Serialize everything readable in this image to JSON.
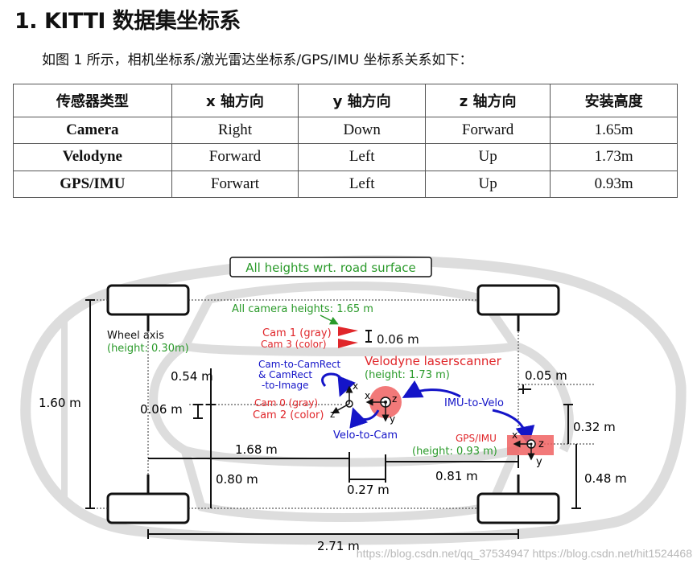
{
  "heading": "1. KITTI 数据集坐标系",
  "intro": "如图 1 所示，相机坐标系/激光雷达坐标系/GPS/IMU 坐标系关系如下：",
  "table": {
    "headers": [
      "传感器类型",
      "x 轴方向",
      "y 轴方向",
      "z 轴方向",
      "安装高度"
    ],
    "rows": [
      [
        "Camera",
        "Right",
        "Down",
        "Forward",
        "1.65m"
      ],
      [
        "Velodyne",
        "Forward",
        "Left",
        "Up",
        "1.73m"
      ],
      [
        "GPS/IMU",
        "Forwart",
        "Left",
        "Up",
        "0.93m"
      ]
    ]
  },
  "figure": {
    "banner": "All heights wrt. road surface",
    "camera_heights": "All camera heights: 1.65 m",
    "wheel_axis": "Wheel axis",
    "wheel_axis_height": "(height: 0.30m)",
    "cam1": "Cam 1 (gray)",
    "cam3": "Cam 3 (color)",
    "cam0": "Cam 0 (gray)",
    "cam2": "Cam 2 (color)",
    "cam_gap": "0.06 m",
    "velodyne": "Velodyne laserscanner",
    "velodyne_height": "(height: 1.73 m)",
    "cam_to_camrect_1": "Cam-to-CamRect",
    "cam_to_camrect_2": "& CamRect",
    "cam_to_camrect_3": "-to-Image",
    "imu_to_velo": "IMU-to-Velo",
    "velo_to_cam": "Velo-to-Cam",
    "gps_imu": "GPS/IMU",
    "gps_imu_height": "(height: 0.93 m)",
    "dims": {
      "h160": "1.60 m",
      "d054": "0.54 m",
      "d006": "0.06 m",
      "d168": "1.68 m",
      "d080": "0.80 m",
      "d027": "0.27 m",
      "d081": "0.81 m",
      "d005": "0.05 m",
      "d032": "0.32 m",
      "d048": "0.48 m",
      "d271": "2.71 m"
    },
    "axes": {
      "x": "x",
      "y": "y",
      "z": "z"
    }
  },
  "watermark": "https://blog.csdn.net/qq_37534947 https://blog.csdn.net/hit1524468",
  "colors": {
    "red": "#e0262a",
    "blue": "#1414c8",
    "green": "#2a9a2a",
    "car": "#dddddd"
  }
}
